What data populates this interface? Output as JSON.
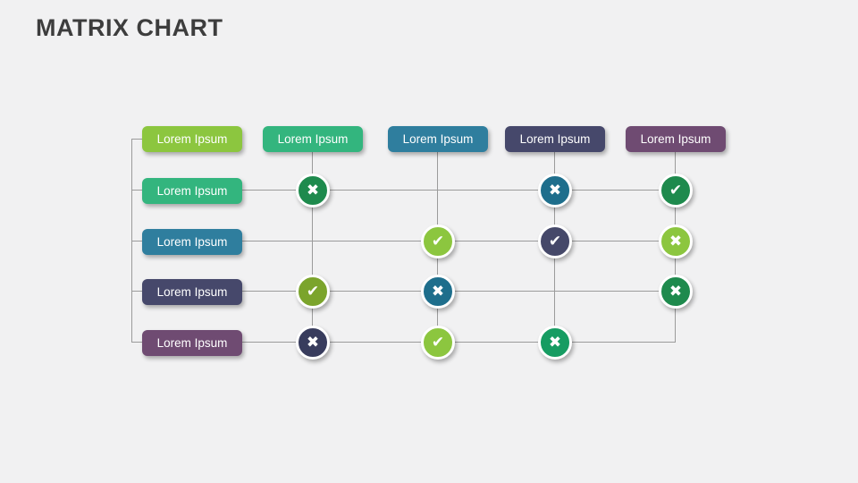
{
  "title": "MATRIX CHART",
  "matrix": {
    "column_headers": [
      {
        "label": "Lorem Ipsum",
        "color": "#8cc63f"
      },
      {
        "label": "Lorem Ipsum",
        "color": "#33b57e"
      },
      {
        "label": "Lorem Ipsum",
        "color": "#2f7e9e"
      },
      {
        "label": "Lorem Ipsum",
        "color": "#46486b"
      },
      {
        "label": "Lorem Ipsum",
        "color": "#6f4b72"
      }
    ],
    "row_headers": [
      {
        "label": "Lorem Ipsum",
        "color": "#33b57e"
      },
      {
        "label": "Lorem Ipsum",
        "color": "#2f7e9e"
      },
      {
        "label": "Lorem Ipsum",
        "color": "#46486b"
      },
      {
        "label": "Lorem Ipsum",
        "color": "#6f4b72"
      }
    ],
    "cells": [
      {
        "row": 0,
        "col": 1,
        "type": "cross",
        "mark": "✖",
        "color": "#1e8a4d"
      },
      {
        "row": 0,
        "col": 3,
        "type": "cross",
        "mark": "✖",
        "color": "#1e6e8c"
      },
      {
        "row": 0,
        "col": 4,
        "type": "check",
        "mark": "✔",
        "color": "#1e8a4d"
      },
      {
        "row": 1,
        "col": 2,
        "type": "check",
        "mark": "✔",
        "color": "#8cc63f"
      },
      {
        "row": 1,
        "col": 3,
        "type": "check",
        "mark": "✔",
        "color": "#454869"
      },
      {
        "row": 1,
        "col": 4,
        "type": "cross",
        "mark": "✖",
        "color": "#8cc63f"
      },
      {
        "row": 2,
        "col": 1,
        "type": "check",
        "mark": "✔",
        "color": "#7ba42c"
      },
      {
        "row": 2,
        "col": 2,
        "type": "cross",
        "mark": "✖",
        "color": "#1e6e8c"
      },
      {
        "row": 2,
        "col": 4,
        "type": "cross",
        "mark": "✖",
        "color": "#1e8a4d"
      },
      {
        "row": 3,
        "col": 1,
        "type": "cross",
        "mark": "✖",
        "color": "#383c5d"
      },
      {
        "row": 3,
        "col": 2,
        "type": "check",
        "mark": "✔",
        "color": "#8cc63f"
      },
      {
        "row": 3,
        "col": 3,
        "type": "cross",
        "mark": "✖",
        "color": "#169c62"
      }
    ]
  }
}
